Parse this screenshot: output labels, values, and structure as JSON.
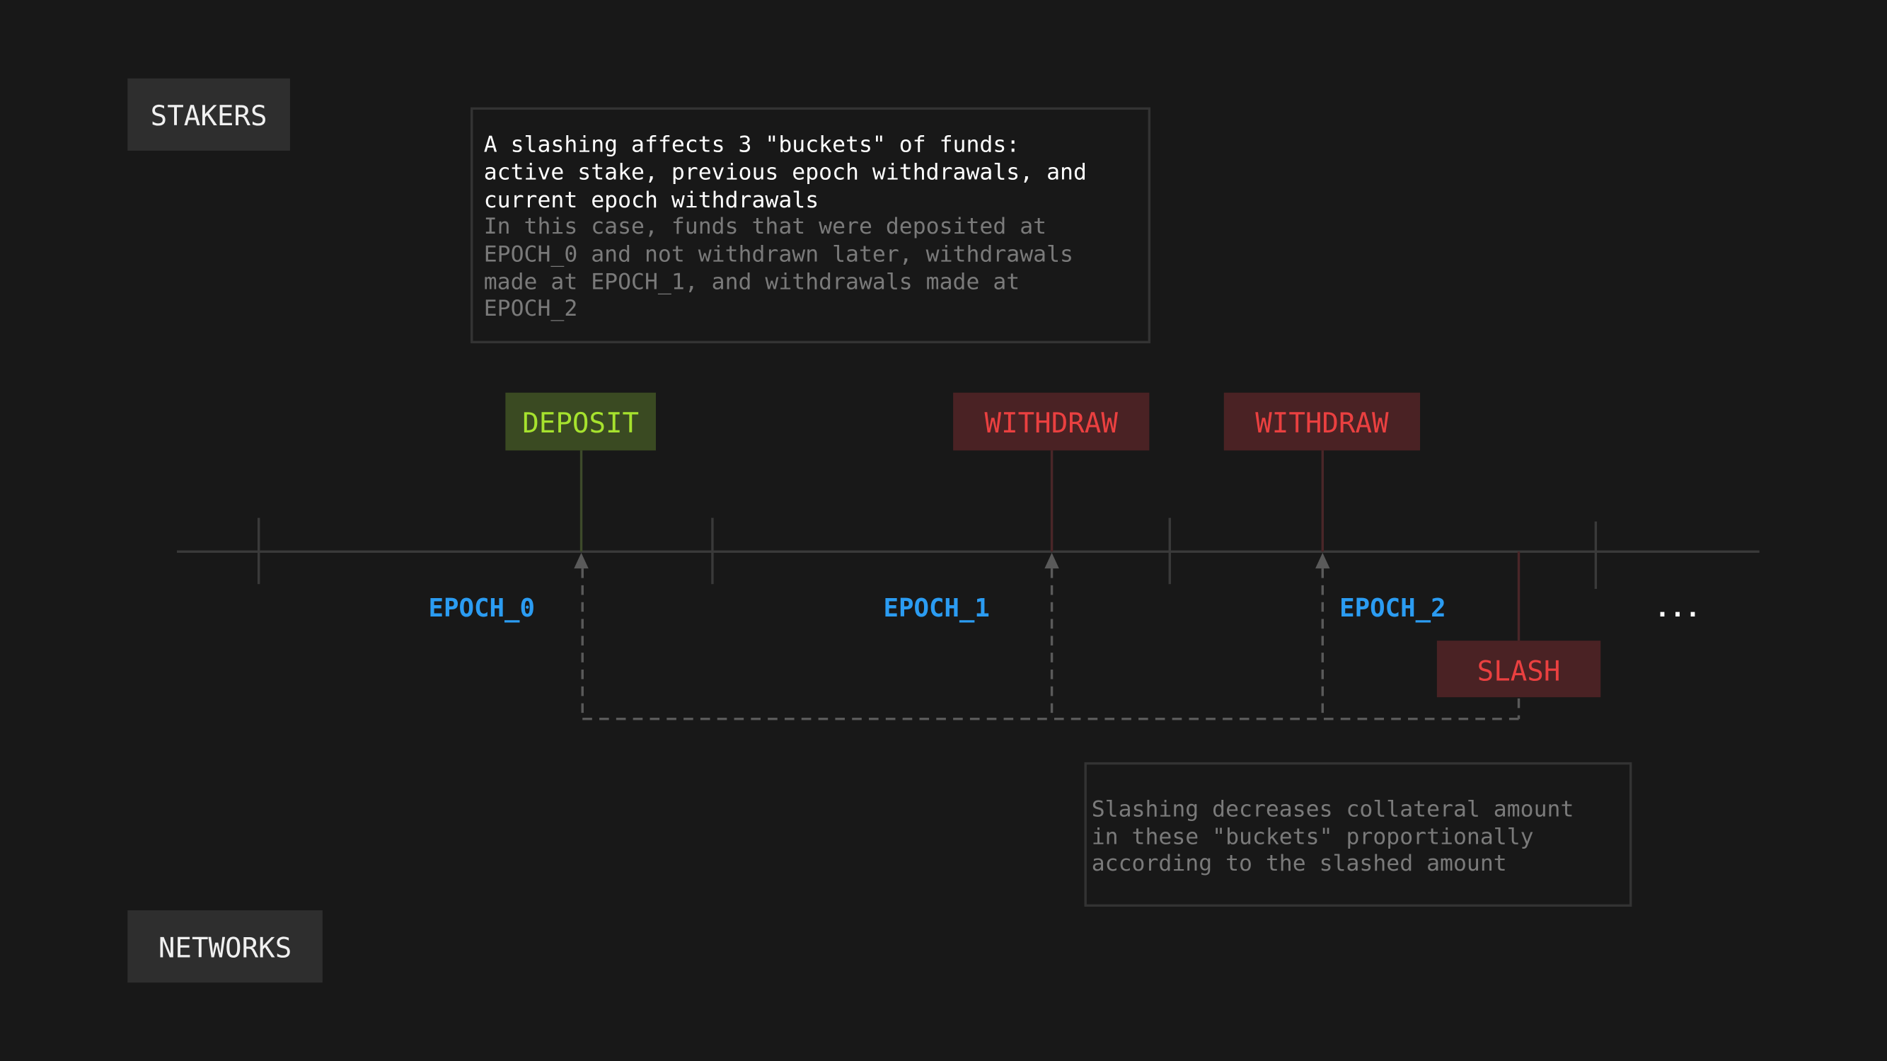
{
  "lanes": {
    "top": "STAKERS",
    "bottom": "NETWORKS"
  },
  "top_note": {
    "heading_lines": [
      "A slashing affects 3 \"buckets\" of funds:",
      "active stake, previous epoch withdrawals, and",
      "current epoch withdrawals"
    ],
    "body_lines": [
      "In this case, funds that were deposited at",
      "EPOCH_0 and not withdrawn later, withdrawals",
      "made at EPOCH_1, and withdrawals made at",
      "EPOCH_2"
    ]
  },
  "events": {
    "deposit": "DEPOSIT",
    "withdraw_1": "WITHDRAW",
    "withdraw_2": "WITHDRAW",
    "slash": "SLASH"
  },
  "epochs": [
    "EPOCH_0",
    "EPOCH_1",
    "EPOCH_2"
  ],
  "ellipsis": "...",
  "bottom_note": {
    "lines": [
      "Slashing decreases collateral amount",
      "in these \"buckets\" proportionally",
      "according to the slashed amount"
    ]
  },
  "colors": {
    "background": "#181818",
    "deposit_bg": "#3a4a22",
    "deposit_text": "#a6e22e",
    "withdraw_bg": "#4a2224",
    "withdraw_text": "#ea4040",
    "epoch_text": "#2b9cf2",
    "lane_bg": "#2e2e2e"
  }
}
